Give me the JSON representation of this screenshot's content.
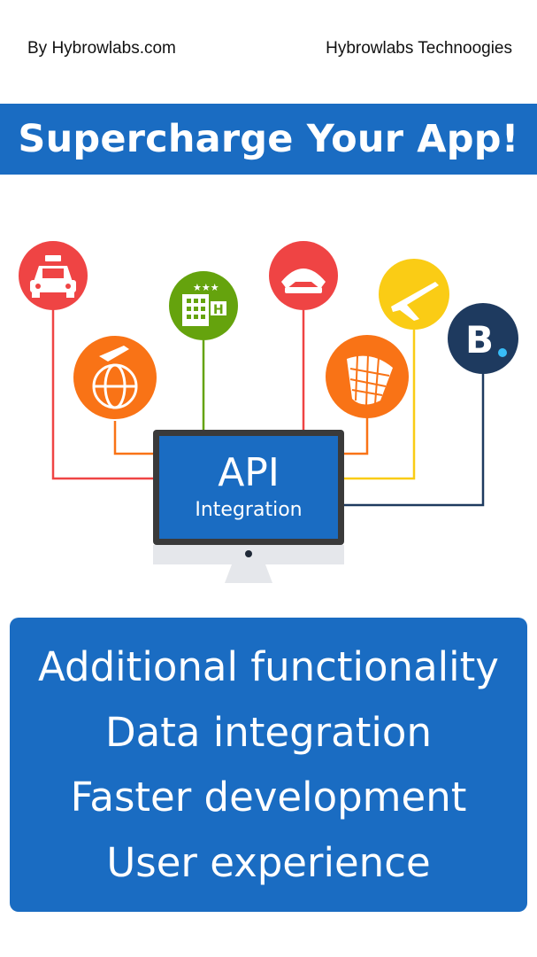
{
  "header": {
    "left_text": "By Hybrowlabs.com",
    "right_text": "Hybrowlabs Technoogies"
  },
  "banner": {
    "title": "Supercharge Your App!",
    "color": "#1a6cc2"
  },
  "illustration": {
    "monitor_title": "API",
    "monitor_subtitle": "Integration",
    "icons": [
      {
        "name": "taxi-icon",
        "color": "#ef4444"
      },
      {
        "name": "globe-plane-icon",
        "color": "#f97316"
      },
      {
        "name": "hotel-icon",
        "color": "#65a30d"
      },
      {
        "name": "phone-icon",
        "color": "#ef4444"
      },
      {
        "name": "globe-grid-icon",
        "color": "#f97316"
      },
      {
        "name": "plane-icon",
        "color": "#facc15"
      },
      {
        "name": "booking-icon",
        "color": "#1e3a5f",
        "letter": "B"
      }
    ]
  },
  "features": [
    "Additional functionality",
    "Data integration",
    "Faster development",
    "User experience"
  ]
}
